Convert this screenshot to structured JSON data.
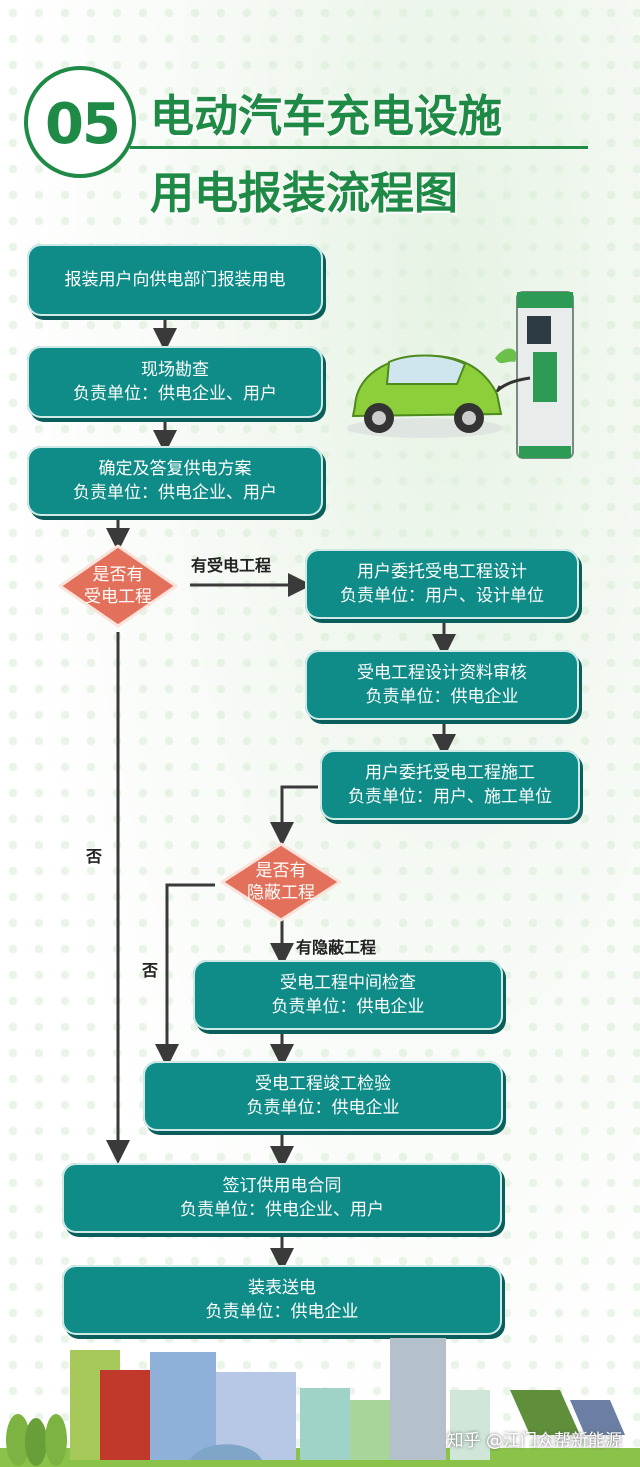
{
  "title": {
    "number": "05",
    "line1": "电动汽车充电设施",
    "line2": "用电报装流程图"
  },
  "steps": [
    {
      "title": "报装用户向供电部门报装用电",
      "detail": ""
    },
    {
      "title": "现场勘查",
      "detail": "负责单位：供电企业、用户"
    },
    {
      "title": "确定及答复供电方案",
      "detail": "负责单位：供电企业、用户"
    },
    {
      "title": "用户委托受电工程设计",
      "detail": "负责单位：用户、设计单位"
    },
    {
      "title": "受电工程设计资料审核",
      "detail": "负责单位：供电企业"
    },
    {
      "title": "用户委托受电工程施工",
      "detail": "负责单位：用户、施工单位"
    },
    {
      "title": "受电工程中间检查",
      "detail": "负责单位：供电企业"
    },
    {
      "title": "受电工程竣工检验",
      "detail": "负责单位：供电企业"
    },
    {
      "title": "签订供用电合同",
      "detail": "负责单位：供电企业、用户"
    },
    {
      "title": "装表送电",
      "detail": "负责单位：供电企业"
    }
  ],
  "decisions": [
    {
      "line1": "是否有",
      "line2": "受电工程"
    },
    {
      "line1": "是否有",
      "line2": "隐蔽工程"
    }
  ],
  "edge_labels": {
    "yes1": "有受电工程",
    "no1": "否",
    "yes2": "有隐蔽工程",
    "no2": "否"
  },
  "watermark": "知乎 @江门众帮新能源",
  "colors": {
    "box": "#0f8c88",
    "decision": "#e3705a",
    "title": "#1f8a46",
    "arrow": "#3a3a3a"
  }
}
